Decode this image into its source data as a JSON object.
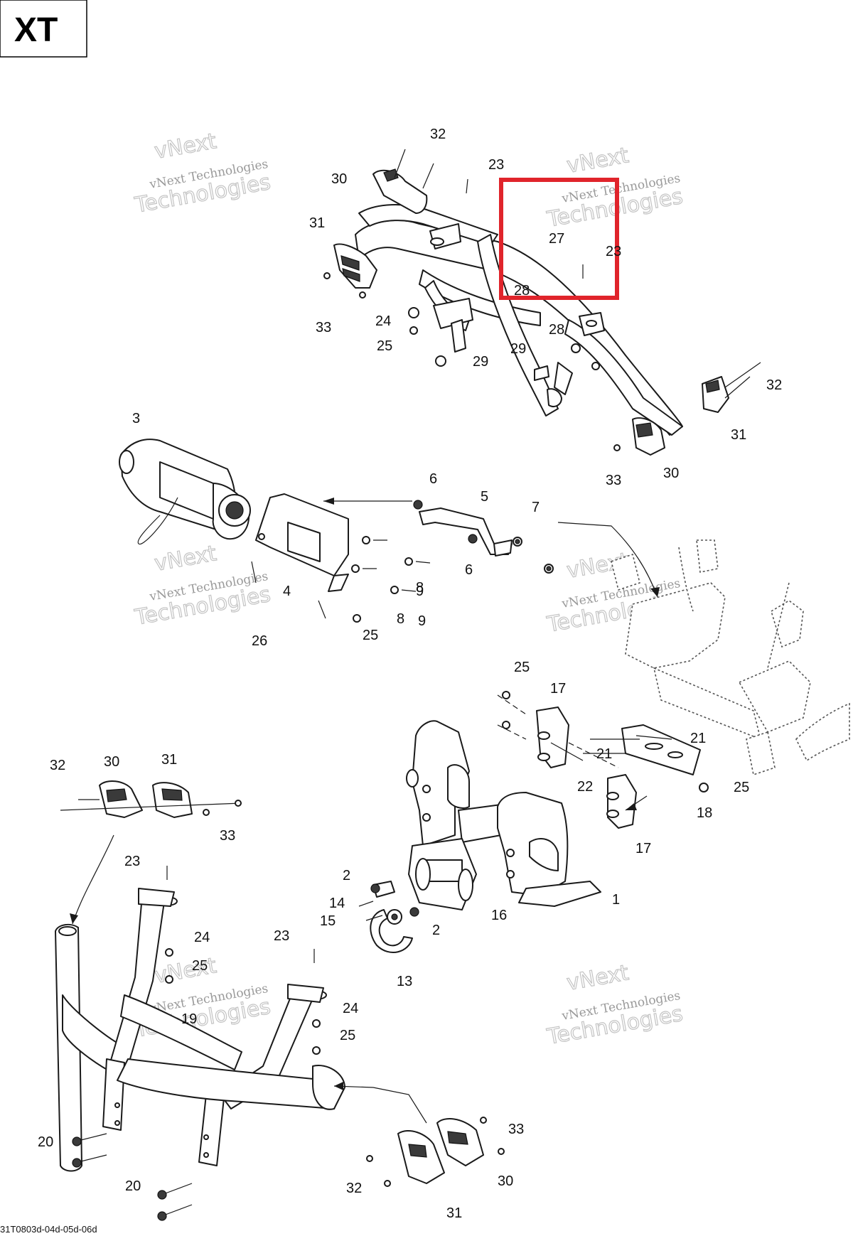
{
  "badge": "XT",
  "diagram_code": "31T0803d-04d-05d-06d",
  "watermark": {
    "line1": "vNext Technologies",
    "line2": "vNext",
    "line3": "Technologies"
  },
  "highlight_color": "#e0242b",
  "callouts": [
    "32",
    "30",
    "23",
    "31",
    "27",
    "23",
    "28",
    "33",
    "24",
    "25",
    "29",
    "28",
    "29",
    "32",
    "31",
    "33",
    "30",
    "3",
    "6",
    "5",
    "7",
    "6",
    "4",
    "8",
    "9",
    "8",
    "9",
    "26",
    "25",
    "25",
    "17",
    "21",
    "21",
    "22",
    "18",
    "25",
    "17",
    "32",
    "30",
    "31",
    "33",
    "23",
    "24",
    "25",
    "19",
    "2",
    "14",
    "15",
    "2",
    "16",
    "1",
    "13",
    "23",
    "24",
    "25",
    "20",
    "20",
    "33",
    "32",
    "30",
    "31"
  ]
}
